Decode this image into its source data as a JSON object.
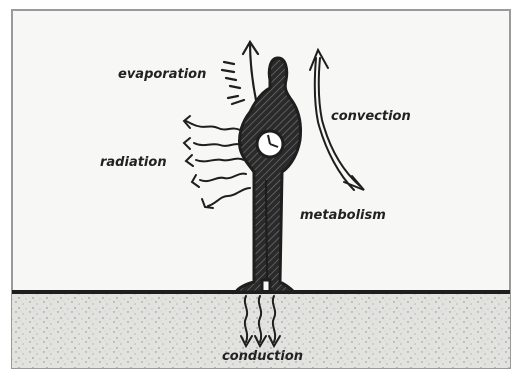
{
  "labels": {
    "evaporation": "evaporation",
    "radiation": "radiation",
    "convection": "convection",
    "metabolism": "metabolism",
    "conduction": "conduction"
  },
  "colors": {
    "ink": "#1e1e1e",
    "sky": "#f7f7f5",
    "ground": "#e2e2df",
    "frame": "#9a9a9a"
  },
  "icons": {
    "clock": "clock-icon"
  }
}
